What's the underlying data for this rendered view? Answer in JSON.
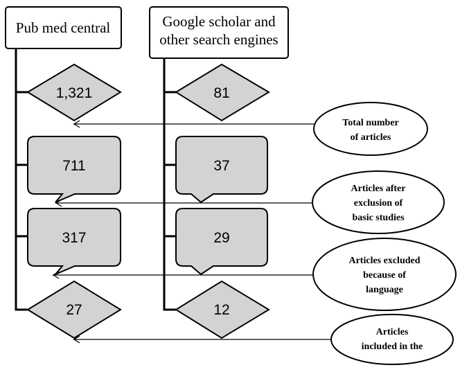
{
  "columns": {
    "left_title": [
      "Pub med central"
    ],
    "right_title": [
      "Google scholar and",
      "other search engines"
    ]
  },
  "values": {
    "left": [
      "1,321",
      "711",
      "317",
      "27"
    ],
    "right": [
      "81",
      "37",
      "29",
      "12"
    ]
  },
  "labels": {
    "total": [
      "Total number",
      "of articles"
    ],
    "basic": [
      "Articles after",
      "exclusion of",
      "basic studies"
    ],
    "language": [
      "Articles excluded",
      "because of",
      "language"
    ],
    "included": [
      "Articles",
      "included in the"
    ]
  },
  "colors": {
    "shape_fill": "#d3d3d3",
    "stroke": "#000000"
  }
}
